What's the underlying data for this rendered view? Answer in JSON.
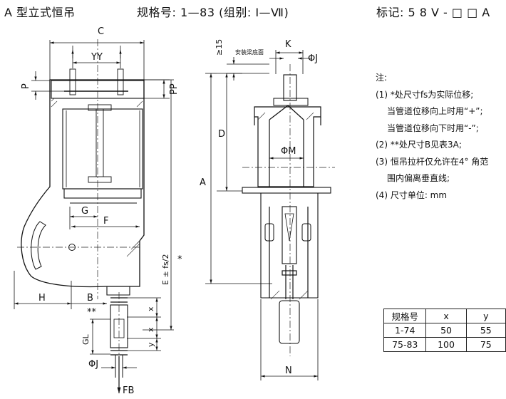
{
  "header": {
    "title": "A 型立式恒吊",
    "spec_line": "规格号: 1—83 (组别: Ⅰ—Ⅶ)",
    "mark": "标记: 5 8 V - □ □ A"
  },
  "drawing": {
    "C": "C",
    "YY": "YY",
    "P": "P",
    "PP": "PP",
    "G": "G",
    "F": "F",
    "H": "H",
    "B": "B",
    "double_star": "**",
    "x1": "x",
    "x2": "x",
    "y": "y",
    "GL": "GL",
    "phiJ_left": "ΦJ",
    "FB": "FB",
    "E": "E ± fs/2",
    "star": "*",
    "ge15": "≥15",
    "install_note": "安装梁底面",
    "K": "K",
    "phiJ_right": "ΦJ",
    "D": "D",
    "A": "A",
    "phiM": "ΦM",
    "N": "N"
  },
  "notes": {
    "heading": "注:",
    "items": [
      "(1) *处尺寸fs为实际位移;",
      "当管道位移向上时用“+”;",
      "当管道位移向下时用“-”;",
      "(2) **处尺寸B见表3A;",
      "(3) 恒吊拉杆仅允许在4° 角范",
      "围内偏离垂直线;",
      "(4) 尺寸单位: mm"
    ]
  },
  "table": {
    "headers": [
      "规格号",
      "x",
      "y"
    ],
    "rows": [
      [
        "1-74",
        "50",
        "55"
      ],
      [
        "75-83",
        "100",
        "75"
      ]
    ]
  }
}
